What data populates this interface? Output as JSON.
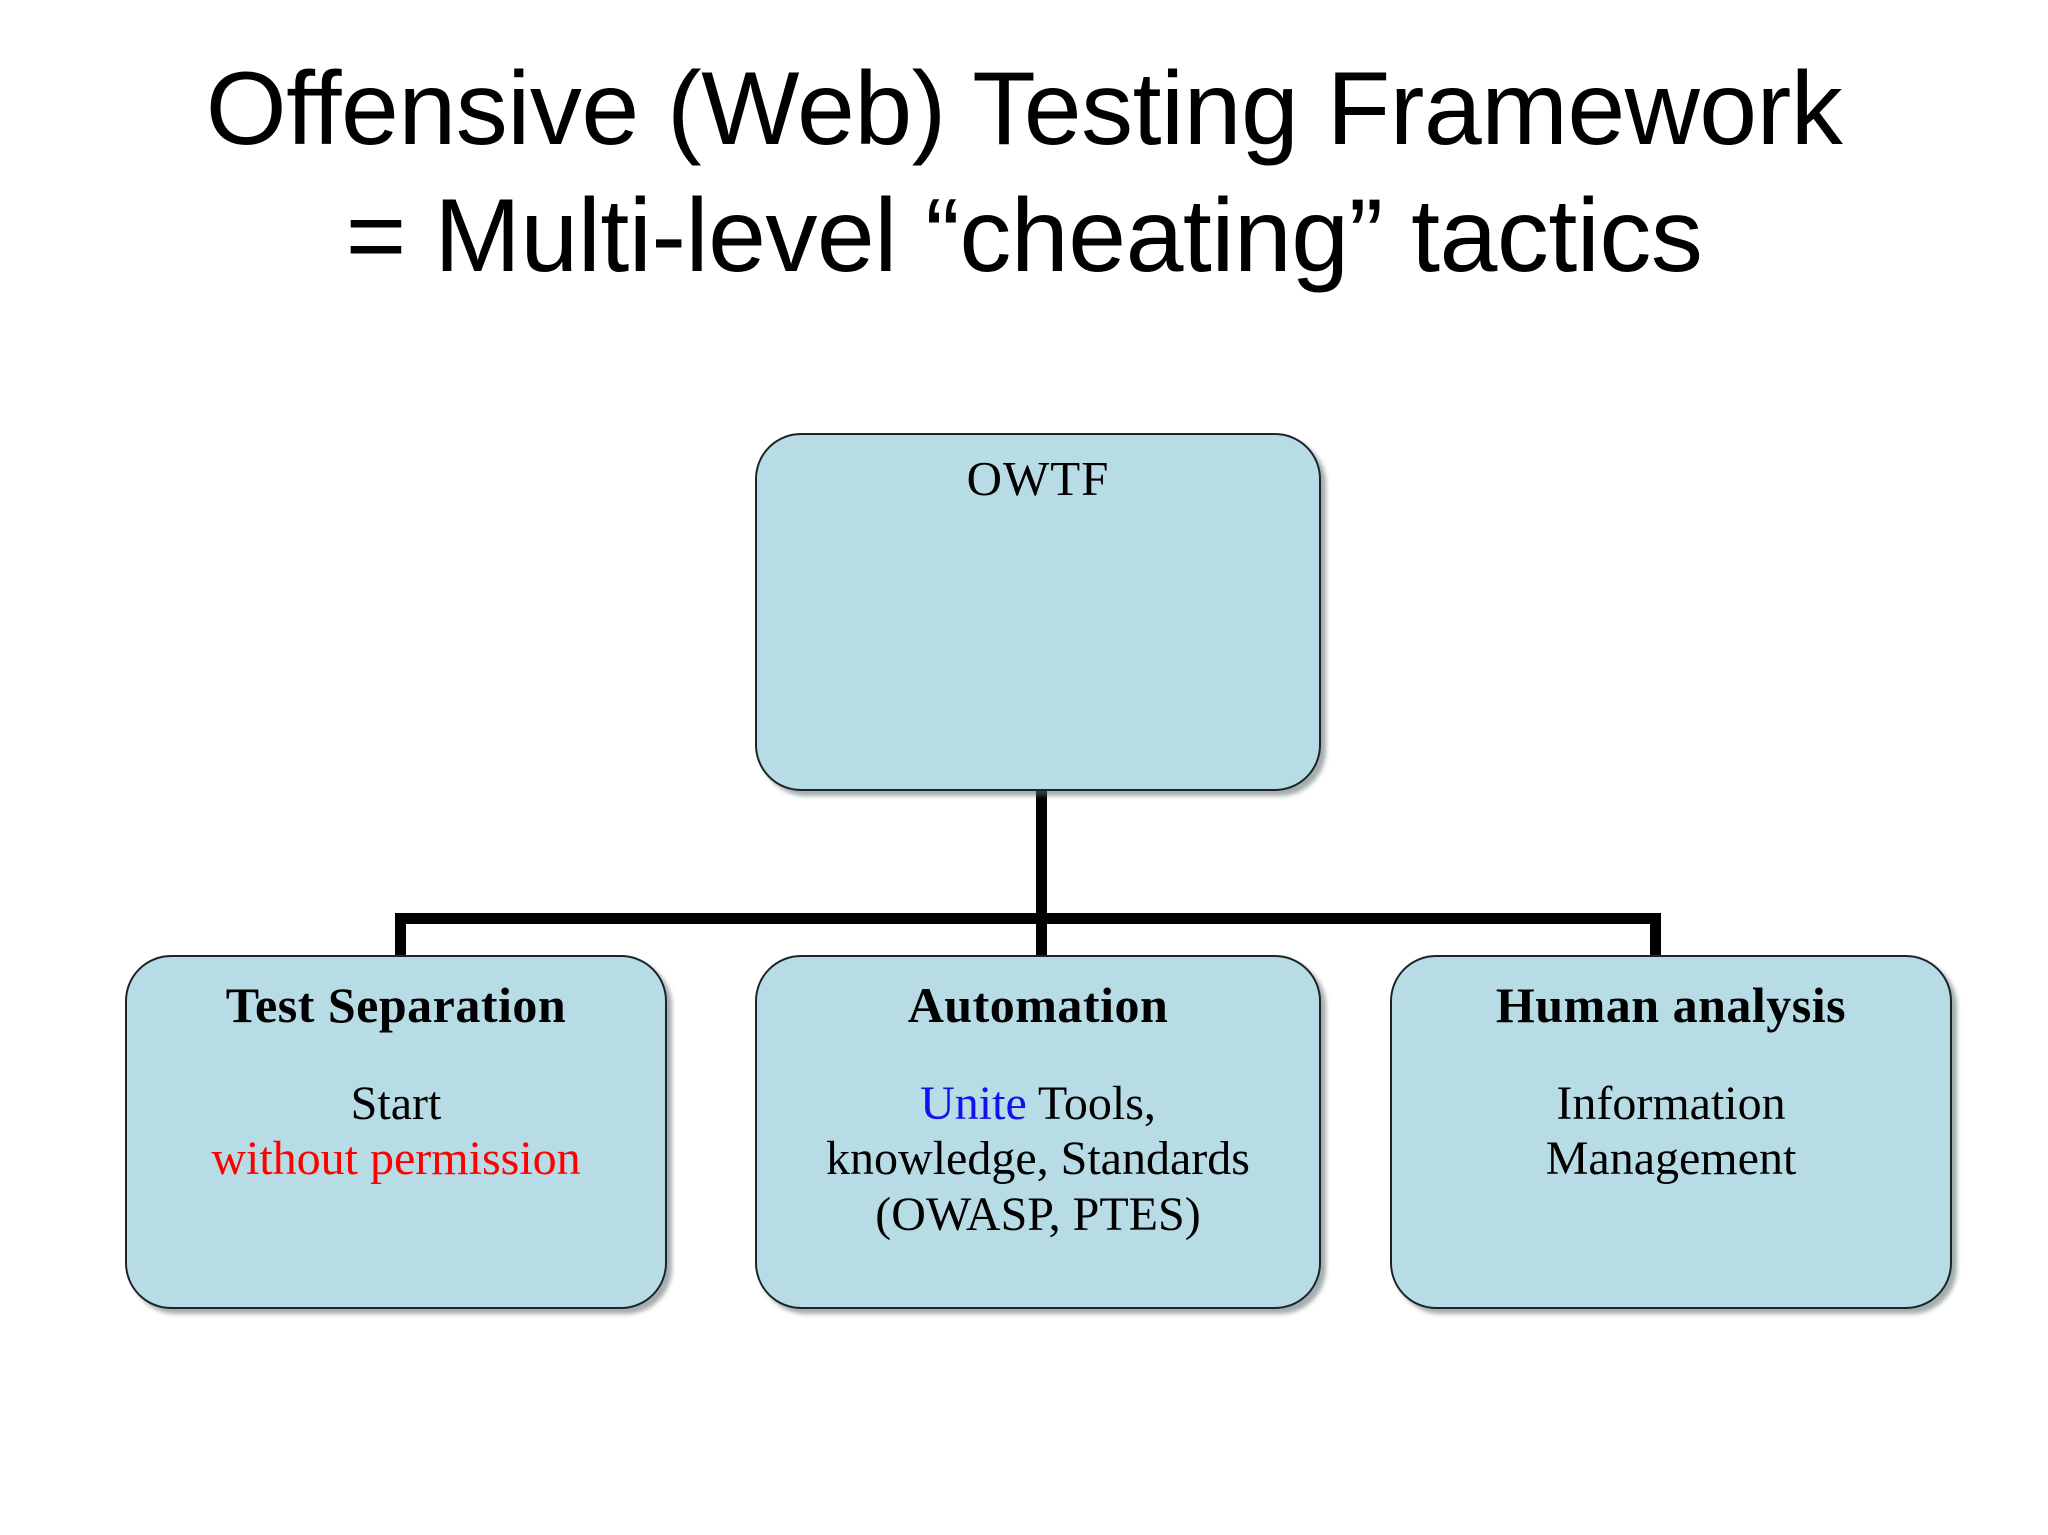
{
  "slide": {
    "title": {
      "line1": "Offensive (Web) Testing Framework",
      "line2": "= Multi-level “cheating” tactics"
    },
    "background_color": "#ffffff"
  },
  "diagram": {
    "type": "tree",
    "node_fill_color": "#b7dce5",
    "node_border_color": "#1d2427",
    "connector_color": "#000000",
    "root": {
      "id": "owtf",
      "title": "OWTF"
    },
    "children": [
      {
        "id": "test-separation",
        "title": "Test Separation",
        "body_lines": [
          {
            "segments": [
              {
                "text": "Start",
                "color": "#000000"
              }
            ]
          },
          {
            "segments": [
              {
                "text": "without permission",
                "color": "#ff0000"
              }
            ]
          }
        ]
      },
      {
        "id": "automation",
        "title": "Automation",
        "body_lines": [
          {
            "segments": [
              {
                "text": "Unite",
                "color": "#1111ee"
              },
              {
                "text": " Tools,",
                "color": "#000000"
              }
            ]
          },
          {
            "segments": [
              {
                "text": "knowledge, Standards",
                "color": "#000000"
              }
            ]
          },
          {
            "segments": [
              {
                "text": "(OWASP, PTES)",
                "color": "#000000"
              }
            ]
          }
        ]
      },
      {
        "id": "human-analysis",
        "title": "Human analysis",
        "body_lines": [
          {
            "segments": [
              {
                "text": "Information",
                "color": "#000000"
              }
            ]
          },
          {
            "segments": [
              {
                "text": "Management",
                "color": "#000000"
              }
            ]
          }
        ]
      }
    ]
  }
}
